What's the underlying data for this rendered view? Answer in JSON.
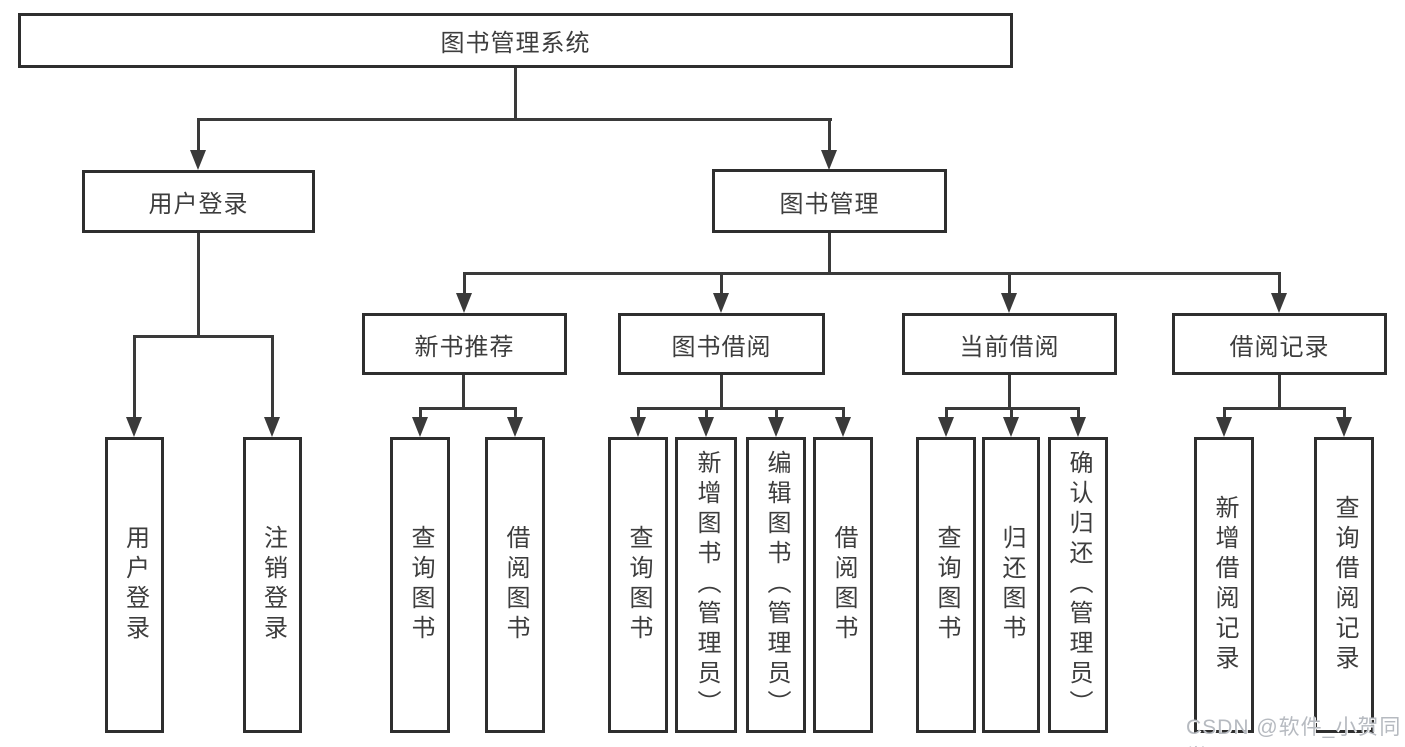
{
  "diagram": {
    "root": {
      "label": "图书管理系统"
    },
    "branches": [
      {
        "label": "用户登录",
        "children": [
          {
            "label": "用户登录"
          },
          {
            "label": "注销登录"
          }
        ]
      },
      {
        "label": "图书管理",
        "children": [
          {
            "label": "新书推荐",
            "children": [
              {
                "label": "查询图书"
              },
              {
                "label": "借阅图书"
              }
            ]
          },
          {
            "label": "图书借阅",
            "children": [
              {
                "label": "查询图书"
              },
              {
                "label": "新增图书（管理员）"
              },
              {
                "label": "编辑图书（管理员）"
              },
              {
                "label": "借阅图书"
              }
            ]
          },
          {
            "label": "当前借阅",
            "children": [
              {
                "label": "查询图书"
              },
              {
                "label": "归还图书"
              },
              {
                "label": "确认归还（管理员）"
              }
            ]
          },
          {
            "label": "借阅记录",
            "children": [
              {
                "label": "新增借阅记录"
              },
              {
                "label": "查询借阅记录"
              }
            ]
          }
        ]
      }
    ],
    "watermark": "CSDN @软件_小贺同学",
    "colors": {
      "background": "#ffffff",
      "box_border": "#2e2e2e",
      "connector": "#3a3a3a",
      "text": "#3d3d3d",
      "watermark": "#b6bac0"
    }
  }
}
